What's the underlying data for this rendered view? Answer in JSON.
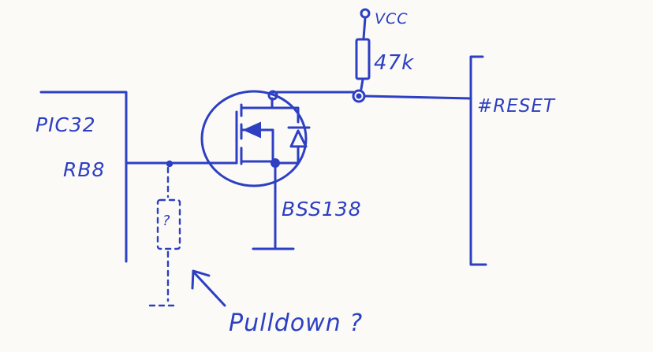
{
  "labels": {
    "vcc": "VCC",
    "resistor": "47k",
    "mcu": "PIC32",
    "pin": "RB8",
    "reset": "#RESET",
    "transistor": "BSS138",
    "pulldown_resistor": "?",
    "pulldown_note": "Pulldown ?"
  },
  "colors": {
    "ink": "#2d3fc2",
    "paper": "#fbfaf6"
  }
}
